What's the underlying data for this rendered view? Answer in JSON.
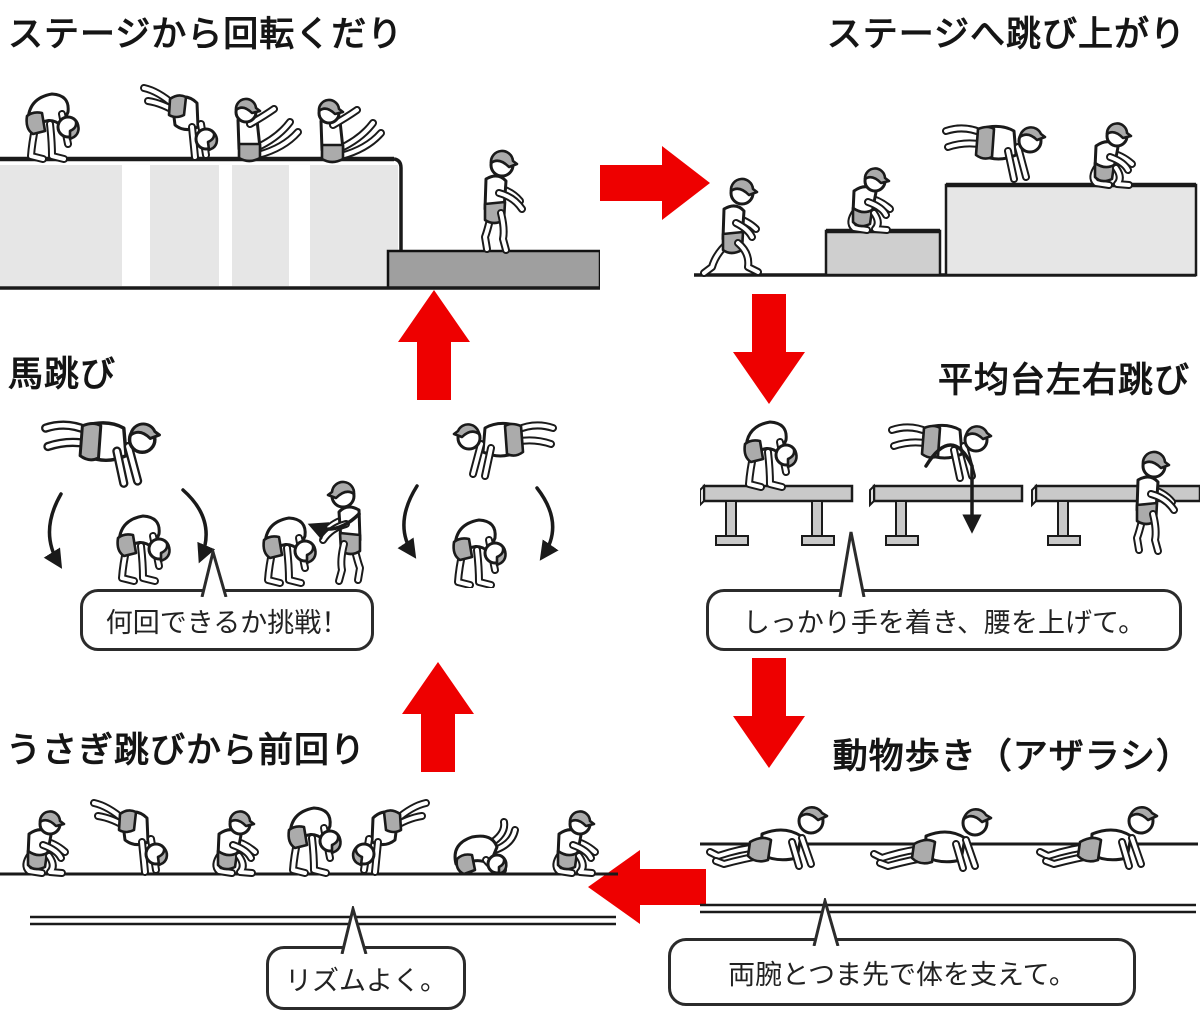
{
  "palette": {
    "accent_red": "#ee0000",
    "line_black": "#1a1a1a",
    "stage_light_gray": "#e6e6e6",
    "step_mid_gray": "#cfcfcf",
    "beam_gray": "#c9c9c9",
    "mat_dark_gray": "#9f9f9f"
  },
  "stations": {
    "stage_down": {
      "title": "ステージから回転くだり"
    },
    "stage_up": {
      "title": "ステージへ跳び上がり"
    },
    "beam": {
      "title": "平均台左右跳び",
      "callout": "しっかり手を着き、腰を上げて。"
    },
    "animal_walk": {
      "title": "動物歩き（アザラシ）",
      "callout": "両腕とつま先で体を支えて。"
    },
    "rabbit": {
      "title": "うさぎ跳びから前回り",
      "callout": "リズムよく。"
    },
    "leapfrog": {
      "title": "馬跳び",
      "callout": "何回できるか挑戦！"
    }
  },
  "flow": {
    "arrows": [
      "right",
      "down",
      "down",
      "left",
      "up",
      "up"
    ]
  }
}
